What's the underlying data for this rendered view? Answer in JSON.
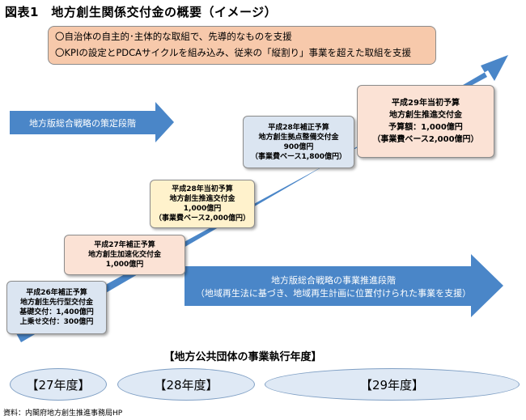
{
  "title": "図表1　地方創生関係交付金の概要（イメージ）",
  "top_box": {
    "line1": "〇自治体の自主的･主体的な取組で、先導的なものを支援",
    "line2": "〇KPIの設定とPDCAサイクルを組み込み、従来の「縦割り」事業を超えた取組を支援"
  },
  "arrow_strategy": "地方版総合戦略の策定段階",
  "arrow_promotion": {
    "line1": "地方版総合戦略の事業推進段階",
    "line2": "（地域再生法に基づき、地域再生計画に位置付けられた事業を支援）"
  },
  "stages": [
    {
      "line1": "平成26年補正予算",
      "line2": "地方創生先行型交付金",
      "line3": "基礎交付：1,400億円",
      "line4": "上乗せ交付：300億円"
    },
    {
      "line1": "平成27年補正予算",
      "line2": "地方創生加速化交付金",
      "line3": "1,000億円"
    },
    {
      "line1": "平成28年当初予算",
      "line2": "地方創生推進交付金",
      "line3": "1,000億円",
      "line4": "（事業費ベース2,000億円）"
    },
    {
      "line1": "平成28年補正予算",
      "line2": "地方創生拠点整備交付金",
      "line3": "900億円",
      "line4": "（事業費ベース1,800億円）"
    },
    {
      "line1": "平成29年当初予算",
      "line2": "地方創生推進交付金",
      "line3": "予算額：1,000億円",
      "line4": "（事業費ベース2,000億円）"
    }
  ],
  "period_label": "【地方公共団体の事業執行年度】",
  "years": [
    "【27年度】",
    "【28年度】",
    "【29年度】"
  ],
  "footer": "資料：内閣府地方創生推進事務局HP",
  "colors": {
    "arrow_blue": "#4a86c8",
    "top_box_fill": "#f7c9ab",
    "stage1_fill": "#dbe5f1",
    "stage2_fill": "#fbe2d5",
    "stage3_fill": "#fff2cc",
    "stage4_fill": "#dbe5f1",
    "stage5_fill": "#fbe2d5",
    "ellipse_fill": "#dfe9f5"
  }
}
